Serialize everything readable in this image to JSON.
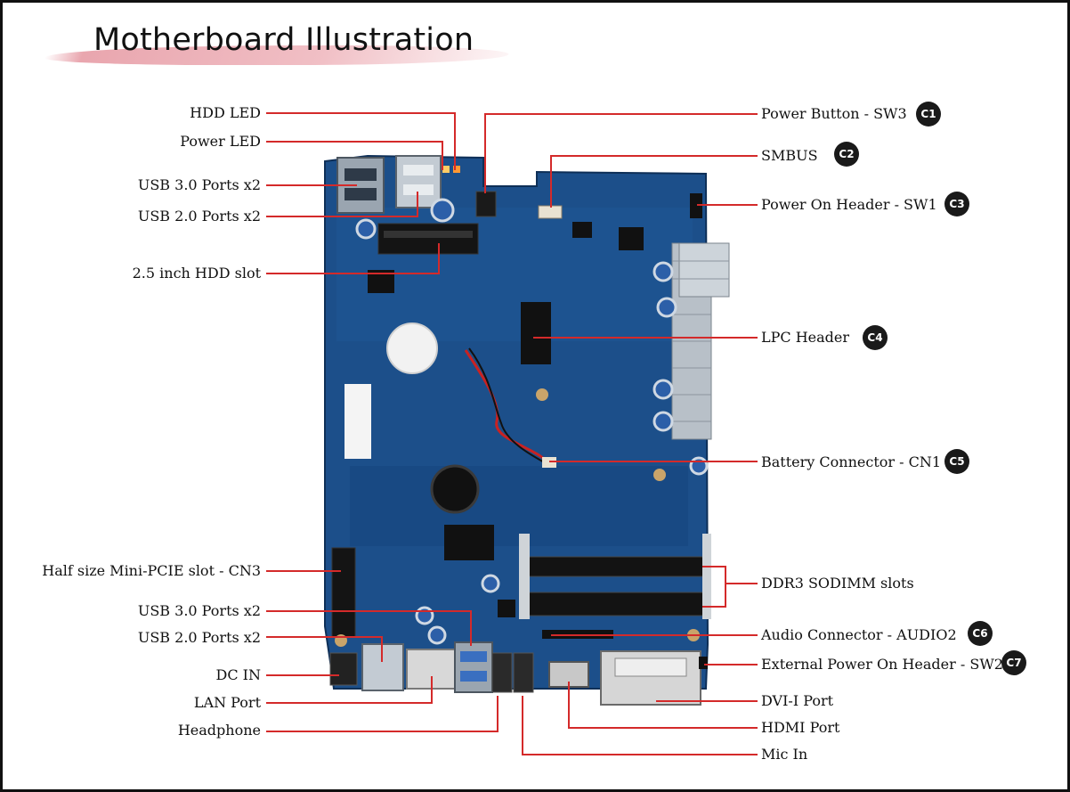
{
  "title": "Motherboard Illustration",
  "colors": {
    "leader_line": "#d42a2a",
    "board": "#1c4f8a",
    "board_dark": "#123a68",
    "badge": "#1a1a1a"
  },
  "left_labels": [
    {
      "id": "hdd-led",
      "text": "HDD LED"
    },
    {
      "id": "power-led",
      "text": "Power LED"
    },
    {
      "id": "usb3-top",
      "text": "USB 3.0 Ports x2"
    },
    {
      "id": "usb2-top",
      "text": "USB 2.0 Ports x2"
    },
    {
      "id": "hdd-slot",
      "text": "2.5 inch HDD slot"
    },
    {
      "id": "mini-pcie",
      "text": "Half size Mini-PCIE slot - CN3"
    },
    {
      "id": "usb3-bottom",
      "text": "USB 3.0 Ports x2"
    },
    {
      "id": "usb2-bottom",
      "text": "USB 2.0 Ports x2"
    },
    {
      "id": "dc-in",
      "text": "DC IN"
    },
    {
      "id": "lan-port",
      "text": "LAN Port"
    },
    {
      "id": "headphone",
      "text": "Headphone"
    }
  ],
  "right_labels": [
    {
      "id": "power-button",
      "text": "Power Button - SW3",
      "badge": "C1"
    },
    {
      "id": "smbus",
      "text": "SMBUS",
      "badge": "C2"
    },
    {
      "id": "power-on-header",
      "text": "Power On Header - SW1",
      "badge": "C3"
    },
    {
      "id": "lpc-header",
      "text": "LPC Header",
      "badge": "C4"
    },
    {
      "id": "battery-connector",
      "text": "Battery Connector - CN1",
      "badge": "C5"
    },
    {
      "id": "ddr3-slots",
      "text": "DDR3 SODIMM slots",
      "badge": ""
    },
    {
      "id": "audio-connector",
      "text": "Audio Connector - AUDIO2",
      "badge": "C6"
    },
    {
      "id": "ext-power-header",
      "text": "External Power On Header - SW2",
      "badge": "C7"
    },
    {
      "id": "dvi-port",
      "text": "DVI-I Port",
      "badge": ""
    },
    {
      "id": "hdmi-port",
      "text": "HDMI Port",
      "badge": ""
    },
    {
      "id": "mic-in",
      "text": "Mic In",
      "badge": ""
    }
  ]
}
